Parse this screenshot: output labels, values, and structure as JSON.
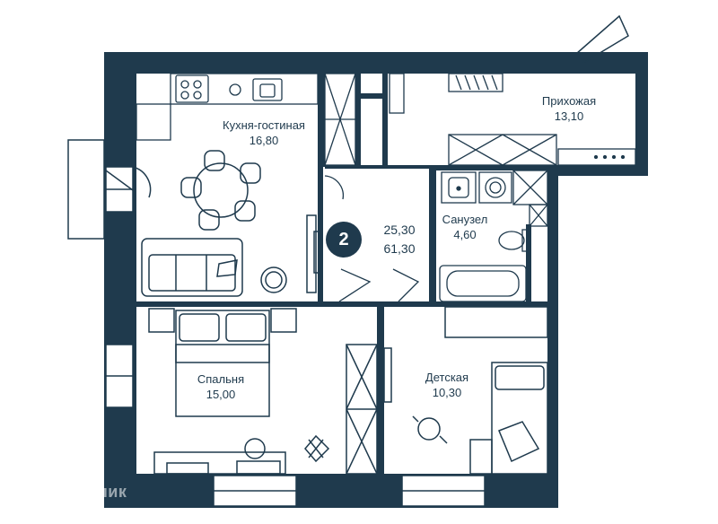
{
  "colors": {
    "wall": "#1f3a4d",
    "line": "#1f3a4d",
    "fill": "#ffffff"
  },
  "plan": {
    "rooms": [
      {
        "id": "kitchen",
        "name": "Кухня-гостиная",
        "area": "16,80"
      },
      {
        "id": "hall",
        "name": "Прихожая",
        "area": "13,10"
      },
      {
        "id": "bath",
        "name": "Санузел",
        "area": "4,60"
      },
      {
        "id": "bedroom",
        "name": "Спальня",
        "area": "15,00"
      },
      {
        "id": "kids",
        "name": "Детская",
        "area": "10,30"
      }
    ],
    "badge": {
      "rooms_count": "2",
      "living_area": "25,30",
      "total_area": "61,30"
    }
  },
  "watermark": {
    "text": "Домклик"
  }
}
